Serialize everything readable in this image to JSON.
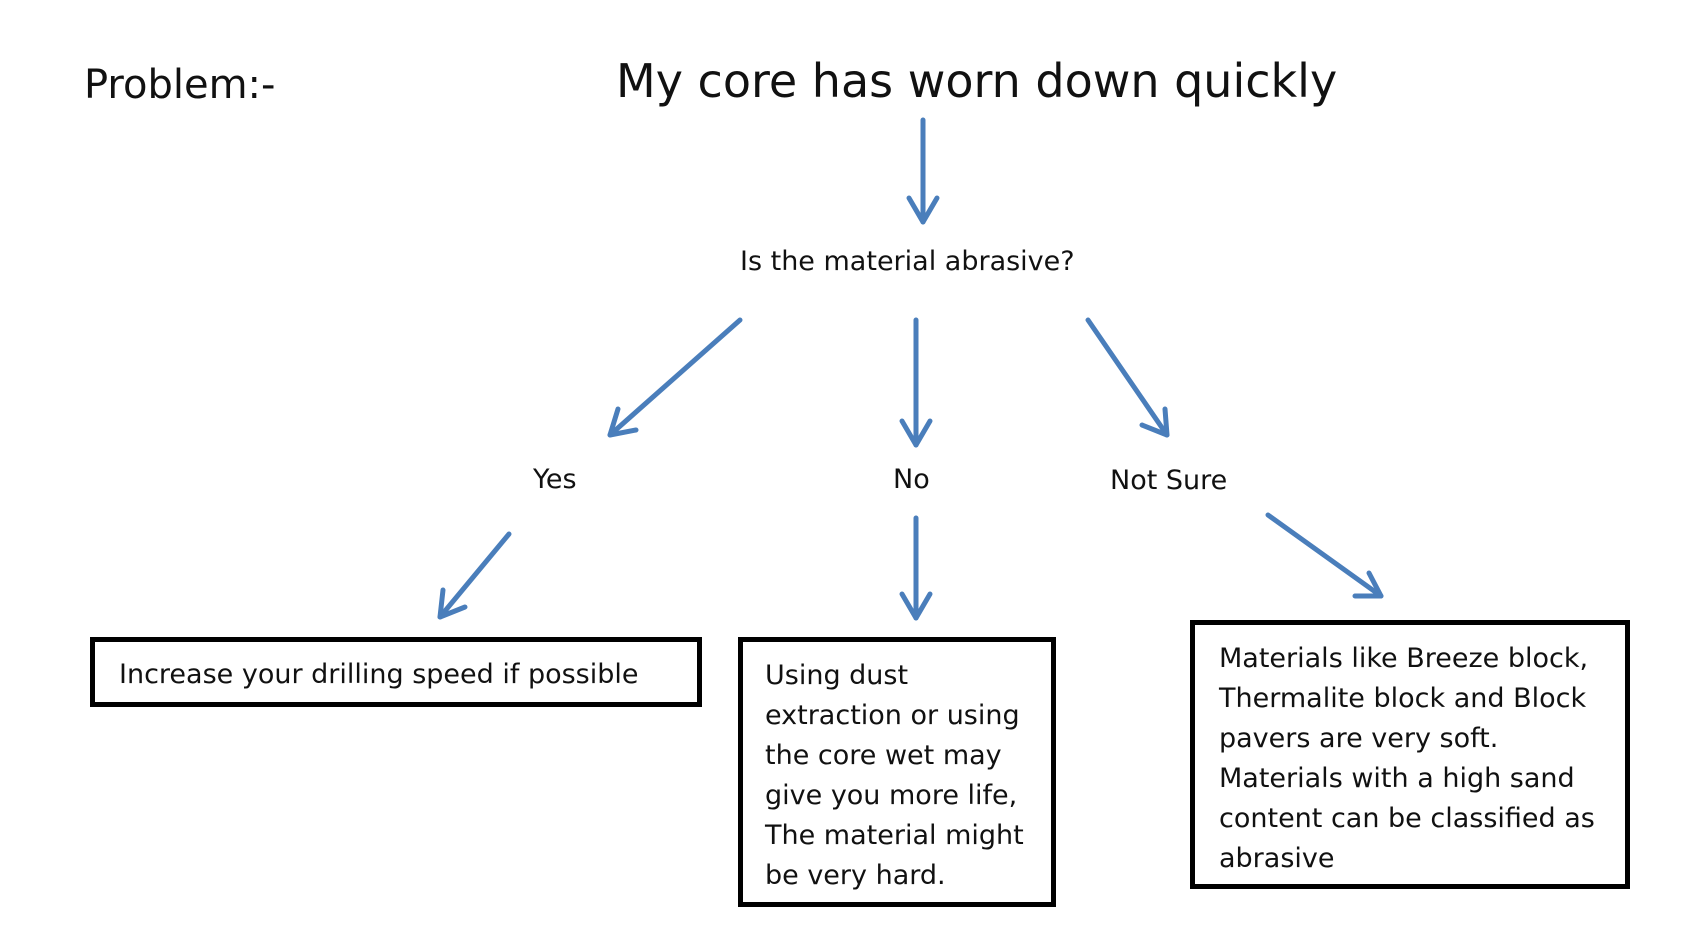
{
  "problem_label": "Problem:-",
  "title": "My core has worn down quickly",
  "question": "Is the material abrasive?",
  "options": {
    "yes": "Yes",
    "no": "No",
    "not_sure": "Not Sure"
  },
  "answers": {
    "yes": [
      "Increase your drilling speed if possible"
    ],
    "no": [
      "Using dust",
      "extraction or using",
      "the core wet may",
      "give you more life,",
      "The material might",
      "be very hard."
    ],
    "not_sure": [
      "Materials like Breeze block,",
      "Thermalite block and Block",
      "pavers are very soft.",
      "Materials with a high sand",
      "content can be classified as",
      "abrasive"
    ]
  },
  "colors": {
    "arrow": "#4a7ebb",
    "box_border": "#000000",
    "text": "#111111"
  }
}
